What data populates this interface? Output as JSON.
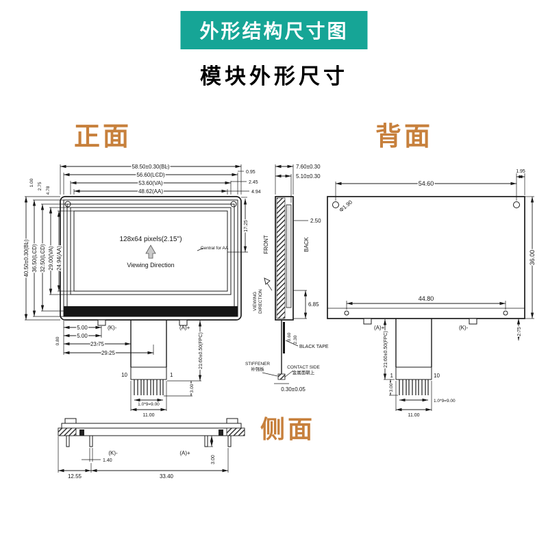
{
  "banner": {
    "title": "外形结构尺寸图"
  },
  "subtitle": "模块外形尺寸",
  "view_labels": {
    "front": "正面",
    "back": "背面",
    "side": "侧面"
  },
  "colors": {
    "banner_bg": "#16a596",
    "view_label_color": "#c7803c"
  },
  "front_view": {
    "width_bl": "58.50±0.30(BL)",
    "width_lcd": "56.60(LCD)",
    "width_va": "53.60(VA)",
    "width_aa": "48.62(AA)",
    "inset_1": "1.00",
    "inset_2": "2.75",
    "inset_3": "4.78",
    "height_bl": "40.50±0.30(BL)",
    "height_lcd": "36.50(LCD)",
    "height_lcd2": "32.50(LCD)",
    "height_va": "29.00(VA)",
    "height_aa": "24.94(AA)",
    "right_1": "0.95",
    "right_2": "2.45",
    "right_3": "4.94",
    "right_4": "17.25",
    "screen_line1": "128x64 pixels(2.15'')",
    "screen_line2": "Viewing Direction",
    "screen_note": "Central for AA",
    "bottom_0": "0.80",
    "bottom_1": "5.00",
    "bottom_2": "5.00",
    "bottom_3": "23.75",
    "bottom_4": "29.25",
    "cathode": "(K)-",
    "anode": "(A)+",
    "pin_first": "10",
    "pin_last": "1",
    "pin_pitch": "1.0*9=9.00",
    "conn_width": "11.00",
    "conn_height": "3.00",
    "fpc_length": "21.60±0.50(FPC)"
  },
  "side_view": {
    "total_thick": "7.60±0.30",
    "module_thick": "5.10±0.30",
    "top_gap": "2.50",
    "front_face": "FRONT",
    "back_face": "BACK",
    "viewing_1": "VIEWING",
    "viewing_2": "DIRECTION",
    "bottom_gap": "6.85",
    "tape_1": "0.60",
    "tape_2": "2.30",
    "black_tape": "BLACK TAPE",
    "stiffener": "STIFFENER",
    "stiffener_cn": "补强板",
    "contact_side": "CONTACT SIDE",
    "contact_cn": "金属面朝上",
    "fpc_thick": "0.30±0.05"
  },
  "back_view": {
    "hole_span": "54.60",
    "hole_offset": "1.95",
    "hole_dia": "Φ1.90",
    "height": "36.00",
    "inner_span": "44.80",
    "anode": "(A)+",
    "cathode": "(K)-",
    "edge_gap": "2.75",
    "fpc_length": "21.60±0.50(FPC)",
    "conn_height": "3.00",
    "conn_width": "11.00",
    "pin_pitch": "1.0*9=9.00",
    "pin_first": "1",
    "pin_last": "10"
  },
  "bottom_view": {
    "cathode": "(K)-",
    "anode": "(A)+",
    "pin_width": "1.40",
    "left_offset": "12.55",
    "pin_span": "33.40",
    "pin_length": "3.00"
  }
}
